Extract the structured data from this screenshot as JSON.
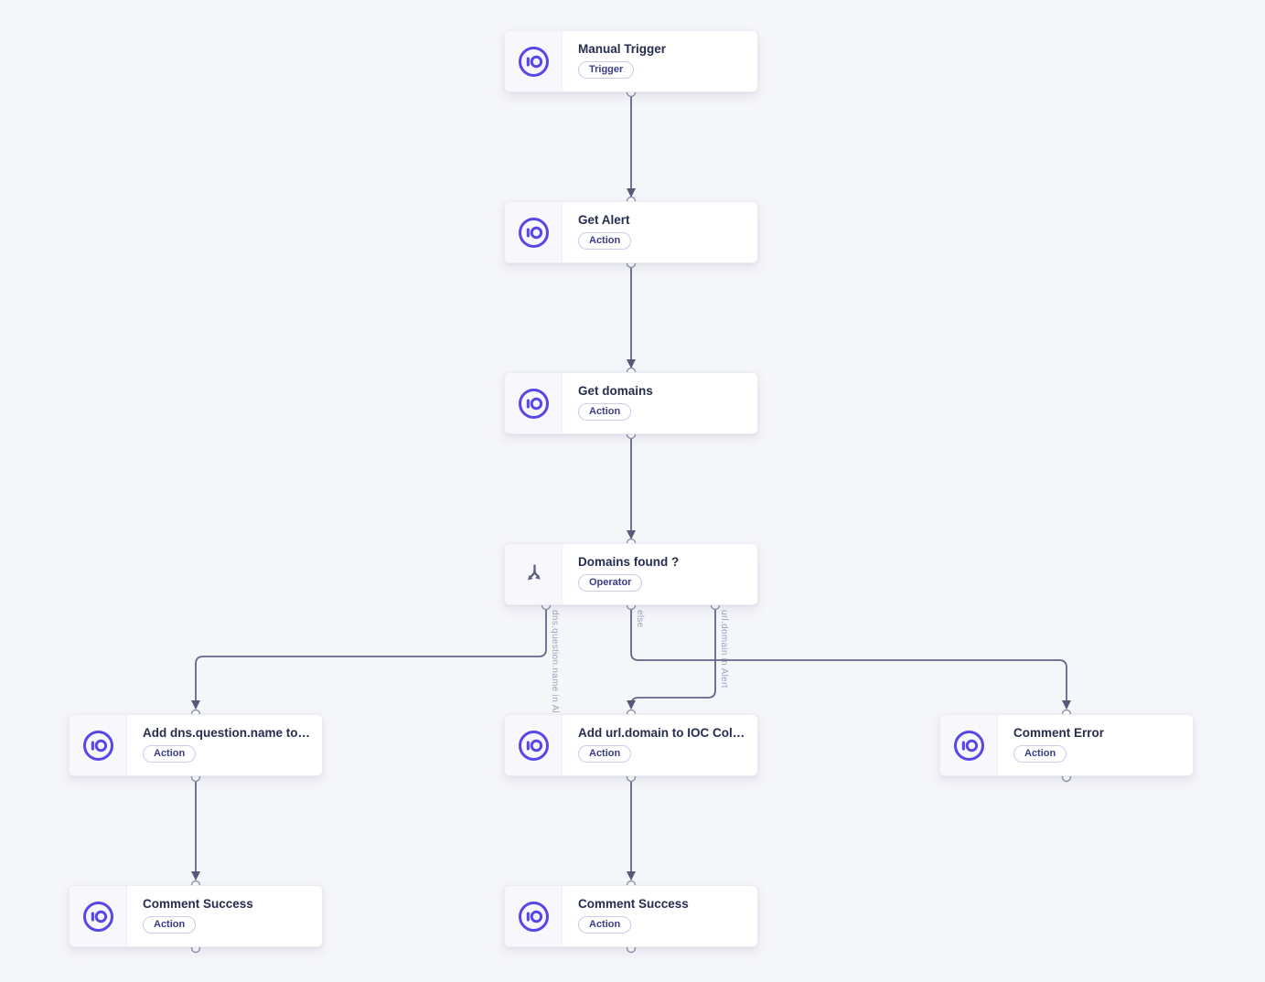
{
  "canvas": {
    "background": "#f5f6fa",
    "accent_color": "#5847e6",
    "edge_color": "#63668a",
    "title_color": "#272d4e",
    "badge_text_color": "#3c3c86",
    "edge_label_color": "#a1a3bc"
  },
  "nodes": [
    {
      "title": "Manual Trigger",
      "badge": "Trigger",
      "icon": "sekoia-io-logo"
    },
    {
      "title": "Get Alert",
      "badge": "Action",
      "icon": "sekoia-io-logo"
    },
    {
      "title": "Get domains",
      "badge": "Action",
      "icon": "sekoia-io-logo"
    },
    {
      "title": "Domains found ?",
      "badge": "Operator",
      "icon": "branch-split"
    },
    {
      "title": "Add dns.question.name to IOC ...",
      "badge": "Action",
      "icon": "sekoia-io-logo"
    },
    {
      "title": "Add url.domain to IOC Collection",
      "badge": "Action",
      "icon": "sekoia-io-logo"
    },
    {
      "title": "Comment Error",
      "badge": "Action",
      "icon": "sekoia-io-logo"
    },
    {
      "title": "Comment Success",
      "badge": "Action",
      "icon": "sekoia-io-logo"
    },
    {
      "title": "Comment Success",
      "badge": "Action",
      "icon": "sekoia-io-logo"
    }
  ],
  "connections": [
    {
      "from": "Manual Trigger",
      "to": "Get Alert"
    },
    {
      "from": "Get Alert",
      "to": "Get domains"
    },
    {
      "from": "Get domains",
      "to": "Domains found ?"
    },
    {
      "from": "Domains found ?",
      "to": "Add dns.question.name to IOC ...",
      "label": "dns.question.name in Alert"
    },
    {
      "from": "Domains found ?",
      "to": "Comment Error",
      "label": "else"
    },
    {
      "from": "Domains found ?",
      "to": "Add url.domain to IOC Collection",
      "label": "url.domain in Alert"
    },
    {
      "from": "Add dns.question.name to IOC ...",
      "to": "Comment Success"
    },
    {
      "from": "Add url.domain to IOC Collection",
      "to": "Comment Success"
    }
  ]
}
